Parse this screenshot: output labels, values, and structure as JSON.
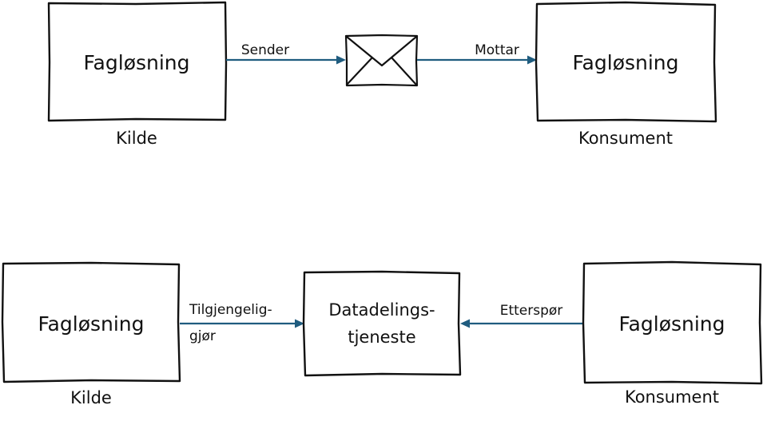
{
  "colors": {
    "arrow": "#1f5c7f",
    "outline": "#111111",
    "background": "#ffffff"
  },
  "top_flow": {
    "source_box": "Fagløsning",
    "source_role": "Kilde",
    "send_label": "Sender",
    "message_icon": "envelope-icon",
    "receive_label": "Mottar",
    "consumer_box": "Fagløsning",
    "consumer_role": "Konsument"
  },
  "bottom_flow": {
    "source_box": "Fagløsning",
    "source_role": "Kilde",
    "provide_label_line1": "Tilgjengelig-",
    "provide_label_line2": "gjør",
    "service_box_line1": "Datadelings-",
    "service_box_line2": "tjeneste",
    "request_label": "Etterspør",
    "consumer_box": "Fagløsning",
    "consumer_role": "Konsument"
  }
}
